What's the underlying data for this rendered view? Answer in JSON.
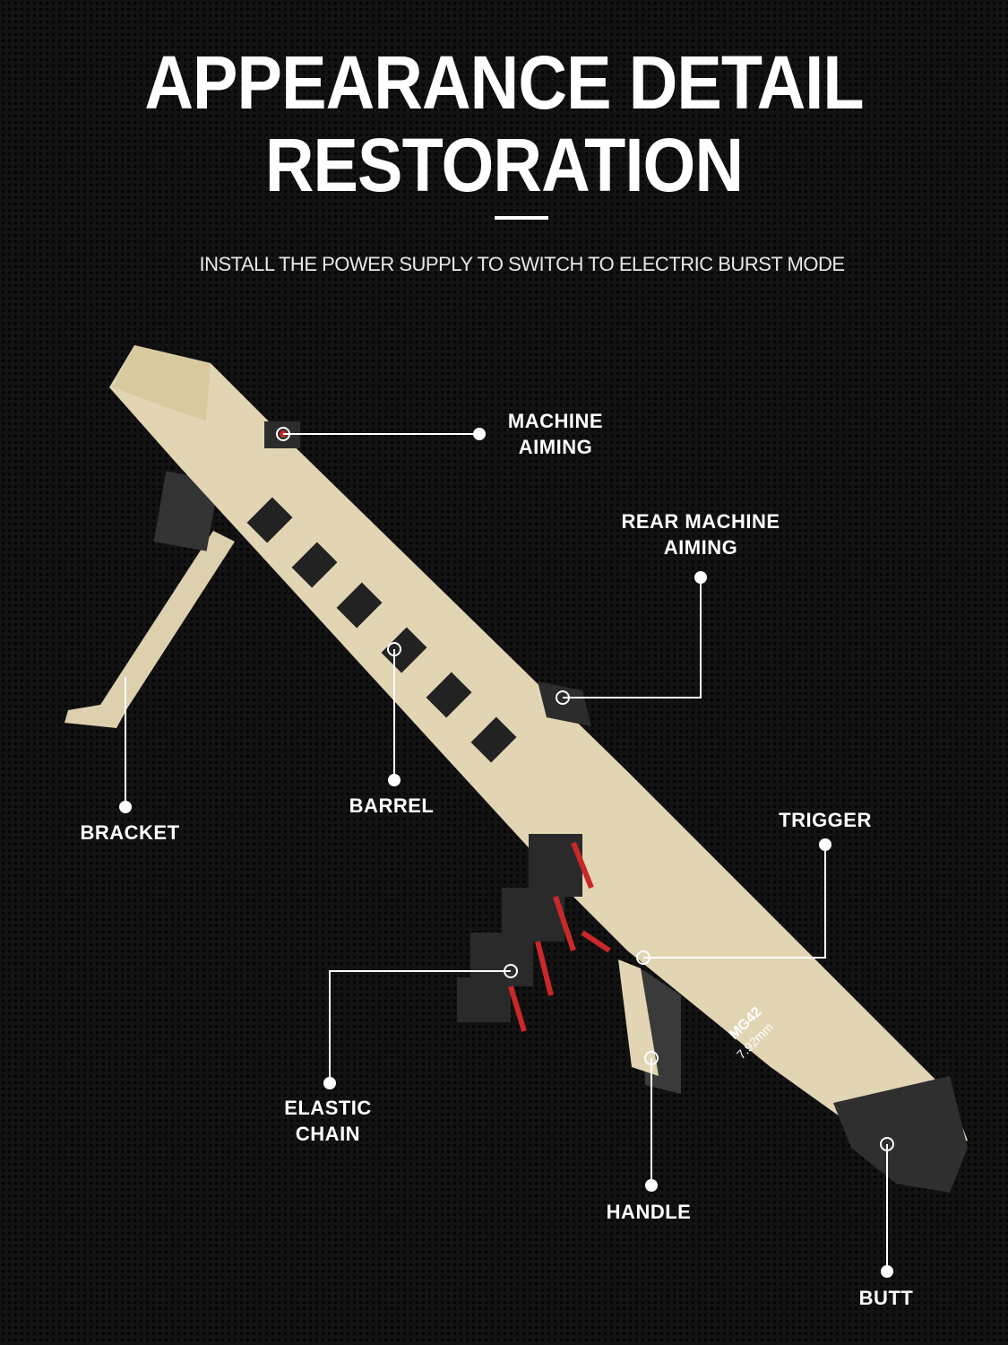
{
  "header": {
    "title_line1": "APPEARANCE DETAIL",
    "title_line2": "RESTORATION",
    "subtitle": "INSTALL THE POWER SUPPLY TO SWITCH TO ELECTRIC BURST MODE"
  },
  "colors": {
    "background": "#131313",
    "body": "#e2d5b4",
    "dark_parts": "#2c2c2c",
    "accent": "#c8282a"
  },
  "product": {
    "marking_model": "MG42",
    "marking_caliber": "7.92mm"
  },
  "callouts": {
    "machine_aiming": [
      "MACHINE",
      "AIMING"
    ],
    "rear_machine_aiming": [
      "REAR MACHINE",
      "AIMING"
    ],
    "barrel": "BARREL",
    "bracket": "BRACKET",
    "trigger": "TRIGGER",
    "elastic_chain": [
      "ELASTIC",
      "CHAIN"
    ],
    "handle": "HANDLE",
    "butt": "BUTT"
  }
}
